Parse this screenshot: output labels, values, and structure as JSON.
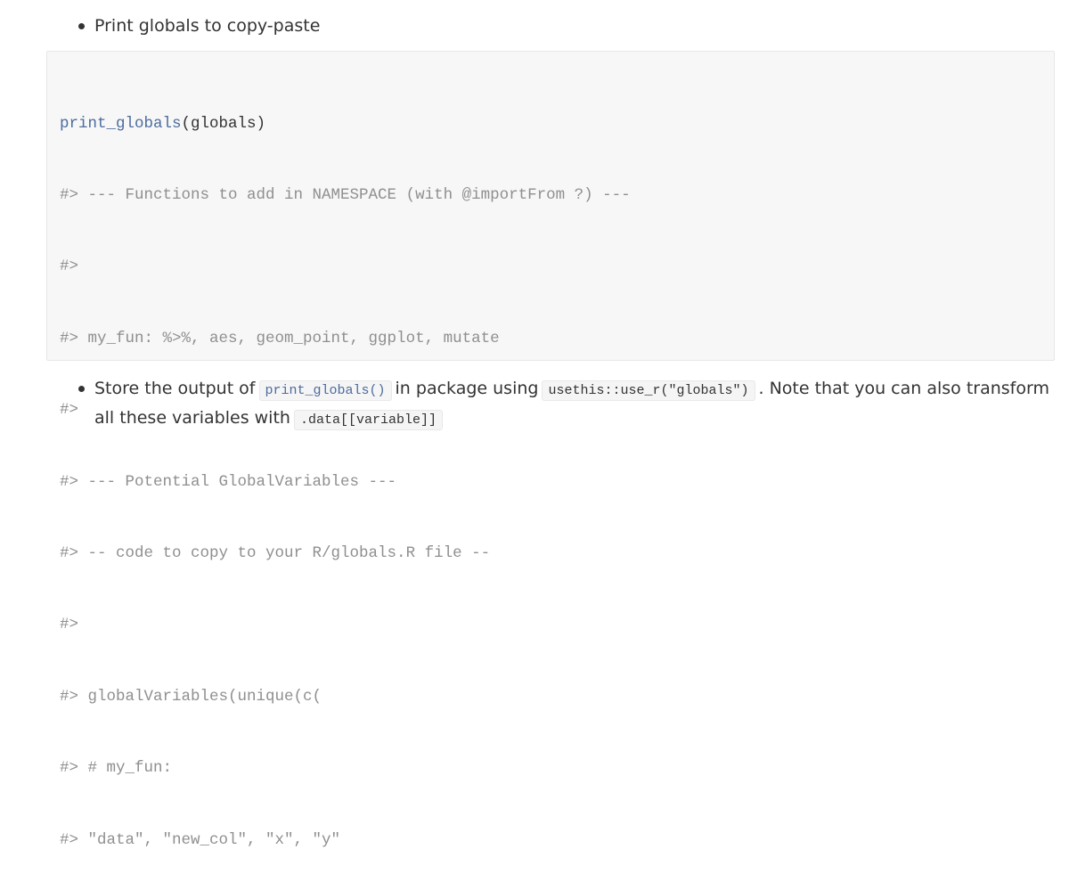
{
  "bullets": {
    "first": "Print globals to copy-paste",
    "second": {
      "text1": "Store the output of",
      "code1": "print_globals()",
      "text2": "in package using",
      "code2": "usethis::use_r(\"globals\")",
      "text3": ". Note that you can also transform all these variables with",
      "code3": ".data[[variable]]"
    }
  },
  "code_block": {
    "call_fn": "print_globals",
    "call_args": "(globals)",
    "output_lines": [
      "#> --- Functions to add in NAMESPACE (with @importFrom ?) ---",
      "#>",
      "#> my_fun: %>%, aes, geom_point, ggplot, mutate",
      "#>",
      "#> --- Potential GlobalVariables ---",
      "#> -- code to copy to your R/globals.R file --",
      "#>",
      "#> globalVariables(unique(c(",
      "#> # my_fun:",
      "#> \"data\", \"new_col\", \"x\", \"y\"",
      "#> )))"
    ]
  }
}
